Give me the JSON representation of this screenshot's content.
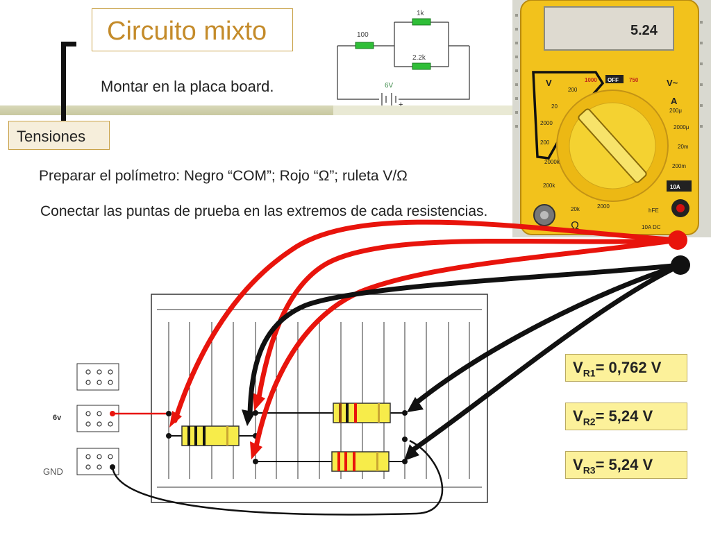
{
  "header": {
    "title": "Circuito mixto",
    "subtitle": "Montar en la placa board.",
    "tab_label": "Tensiones"
  },
  "instructions": {
    "line1": "Preparar el polímetro: Negro “COM”; Rojo “Ω”; ruleta V/Ω",
    "line2": "Conectar las puntas de prueba en las extremos de cada resistencias."
  },
  "schematic": {
    "r1_label": "100",
    "r2_label": "1k",
    "r3_label": "2.2k",
    "battery_label": "6V",
    "battery_plus": "+"
  },
  "multimeter": {
    "display": "5.24",
    "labels": {
      "v_dc": "V",
      "off": "OFF",
      "v1000": "1000",
      "v750": "750",
      "v_ac": "V~",
      "r200_a": "200",
      "r20": "20",
      "r2000m": "2000",
      "r200m": "200",
      "r2000k": "2000k",
      "r200k": "200k",
      "r20k": "20k",
      "r2000": "2000",
      "ohm": "Ω",
      "amp": "A",
      "a200u": "200μ",
      "a2000u": "2000μ",
      "a20m": "20m",
      "a200m": "200m",
      "a10a": "10A",
      "hfe": "hFE",
      "dc": "10A DC"
    }
  },
  "breadboard": {
    "supply_label": "6v",
    "gnd_label": "GND"
  },
  "readings": [
    {
      "name": "V",
      "sub": "R1",
      "value": "= 0,762 V"
    },
    {
      "name": "V",
      "sub": "R2",
      "value": "= 5,24 V"
    },
    {
      "name": "V",
      "sub": "R3",
      "value": "= 5,24 V"
    }
  ],
  "colors": {
    "title": "#c48b2a",
    "probe_red": "#e8140c",
    "probe_black": "#111111",
    "resistor_body": "#f7ec4a",
    "reading_bg": "#fcf19a",
    "meter_body": "#f2c21c"
  }
}
